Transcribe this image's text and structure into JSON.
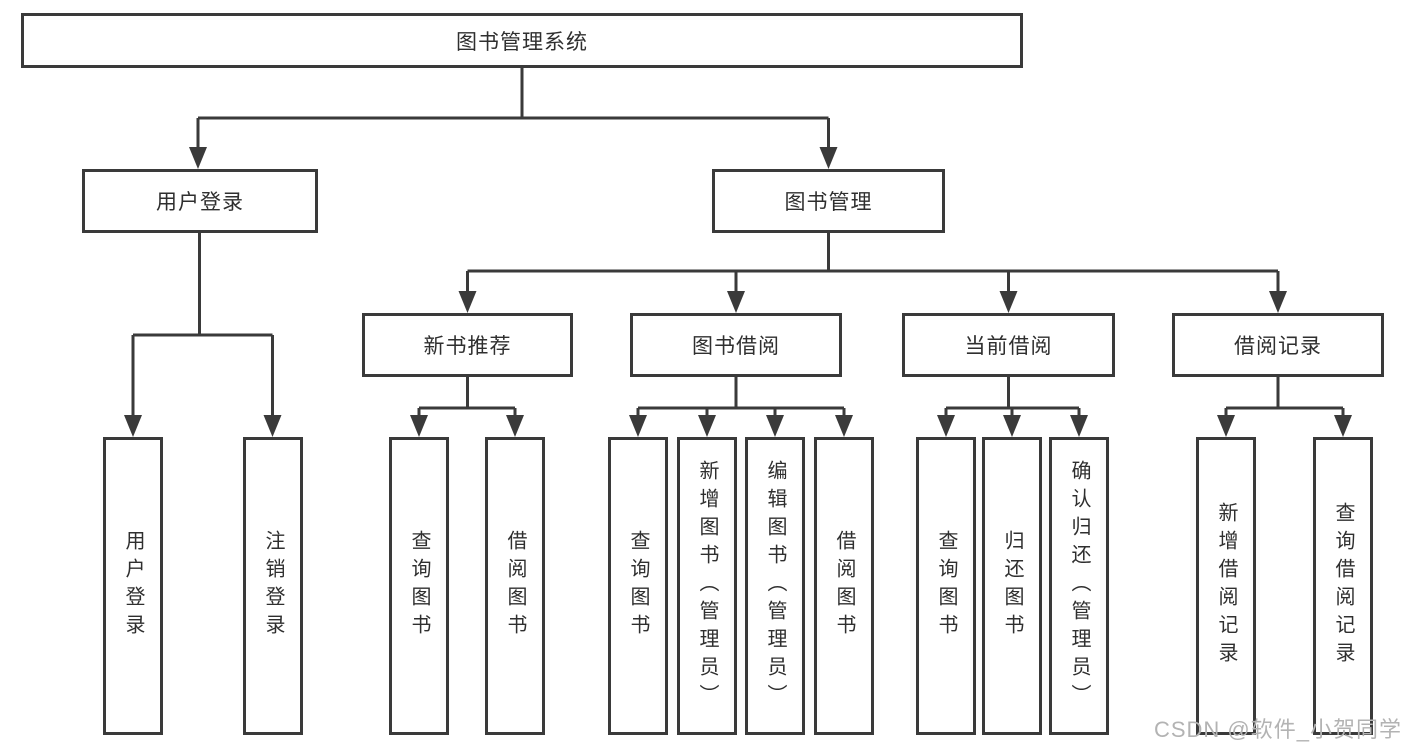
{
  "tree": {
    "label": "图书管理系统",
    "children": [
      {
        "label": "用户登录",
        "children": [
          {
            "label": "用户登录"
          },
          {
            "label": "注销登录"
          }
        ]
      },
      {
        "label": "图书管理",
        "children": [
          {
            "label": "新书推荐",
            "children": [
              {
                "label": "查询图书"
              },
              {
                "label": "借阅图书"
              }
            ]
          },
          {
            "label": "图书借阅",
            "children": [
              {
                "label": "查询图书"
              },
              {
                "label": "新增图书（管理员）"
              },
              {
                "label": "编辑图书（管理员）"
              },
              {
                "label": "借阅图书"
              }
            ]
          },
          {
            "label": "当前借阅",
            "children": [
              {
                "label": "查询图书"
              },
              {
                "label": "归还图书"
              },
              {
                "label": "确认归还（管理员）"
              }
            ]
          },
          {
            "label": "借阅记录",
            "children": [
              {
                "label": "新增借阅记录"
              },
              {
                "label": "查询借阅记录"
              }
            ]
          }
        ]
      }
    ]
  },
  "watermark": {
    "text": "CSDN @软件_小贺同学"
  },
  "colors": {
    "line": "#3a3a3a",
    "text": "#2f2f2f",
    "background": "#ffffff",
    "watermark": "#b3b3b3"
  }
}
